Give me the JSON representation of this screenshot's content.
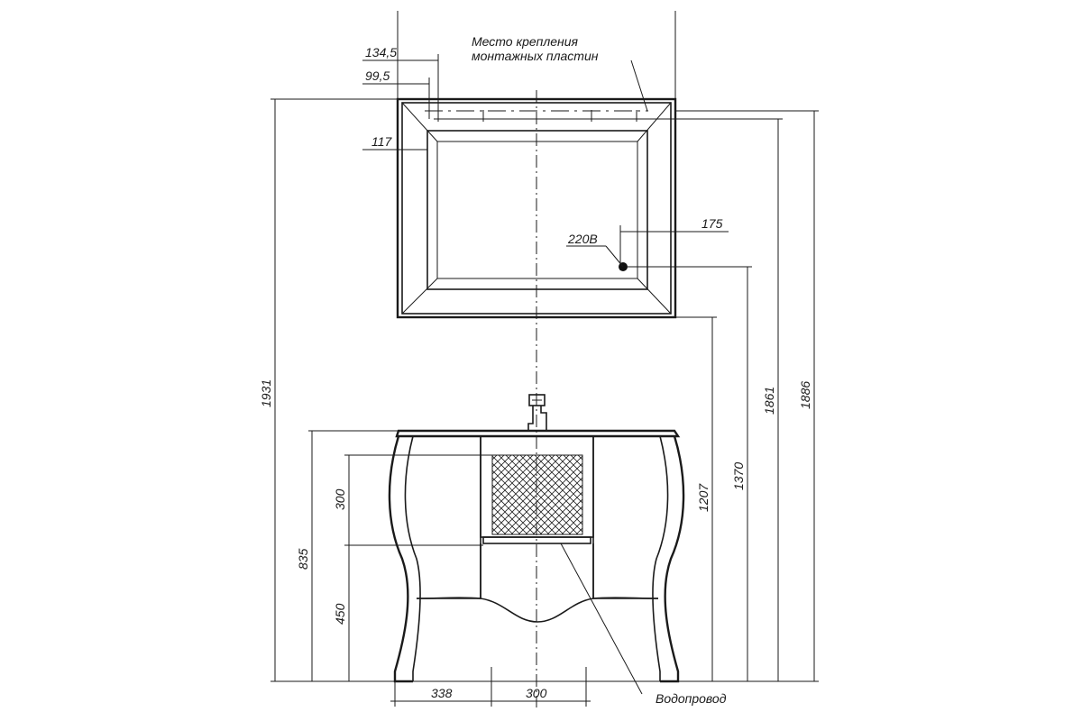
{
  "labels": {
    "mounting_plates_line1": "Место крепления",
    "mounting_plates_line2": "монтажных пластин",
    "power": "220В",
    "water_supply": "Водопровод"
  },
  "dimensions": {
    "d_134_5": "134,5",
    "d_99_5": "99,5",
    "d_117": "117",
    "d_175": "175",
    "d_1931": "1931",
    "d_835": "835",
    "d_300_vertical": "300",
    "d_450": "450",
    "d_1207": "1207",
    "d_1370": "1370",
    "d_1861": "1861",
    "d_1886": "1886",
    "d_338": "338",
    "d_300_horizontal": "300"
  }
}
